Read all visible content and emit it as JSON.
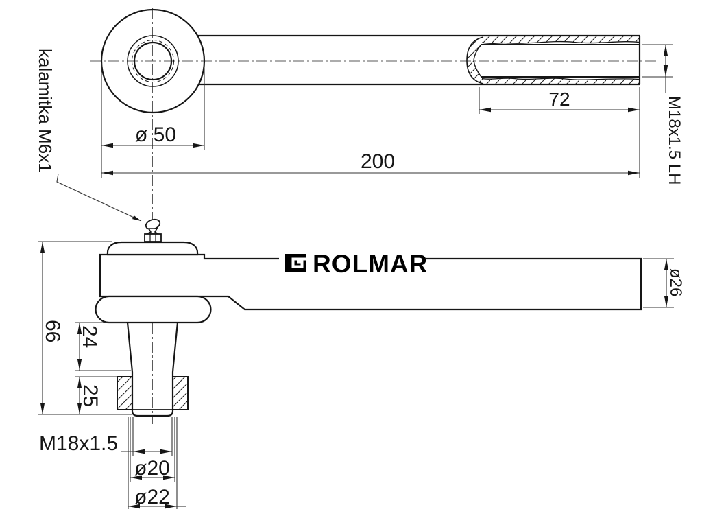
{
  "drawing": {
    "brand": "ROLMAR",
    "colors": {
      "line": "#1b1b1b",
      "background": "#ffffff",
      "logo": "#000000"
    },
    "top_view": {
      "ring_diameter": "ø 50",
      "total_length": "200",
      "thread_length": "72",
      "thread_spec": "M18x1.5 LH"
    },
    "side_view": {
      "grease_fitting_label": "kalamitka M6x1",
      "overall_height": "66",
      "taper_length": "24",
      "nut_section_height": "25",
      "stud_thread_spec": "M18x1.5",
      "stud_diameter_small": "ø20",
      "stud_diameter_large": "ø22",
      "rod_diameter": "ø26"
    }
  }
}
